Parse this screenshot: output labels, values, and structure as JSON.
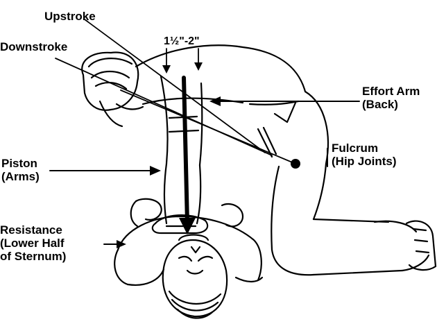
{
  "labels": {
    "upstroke": "Upstroke",
    "downstroke": "Downstroke",
    "depth": "1½\"-2\"",
    "effort_arm": [
      "Effort Arm",
      "(Back)"
    ],
    "fulcrum": [
      "Fulcrum",
      "(Hip Joints)"
    ],
    "piston": [
      "Piston",
      "(Arms)"
    ],
    "resistance": [
      "Resistance",
      "(Lower Half",
      "of Sternum)"
    ]
  },
  "colors": {
    "ink": "#000000",
    "paper": "#ffffff"
  }
}
